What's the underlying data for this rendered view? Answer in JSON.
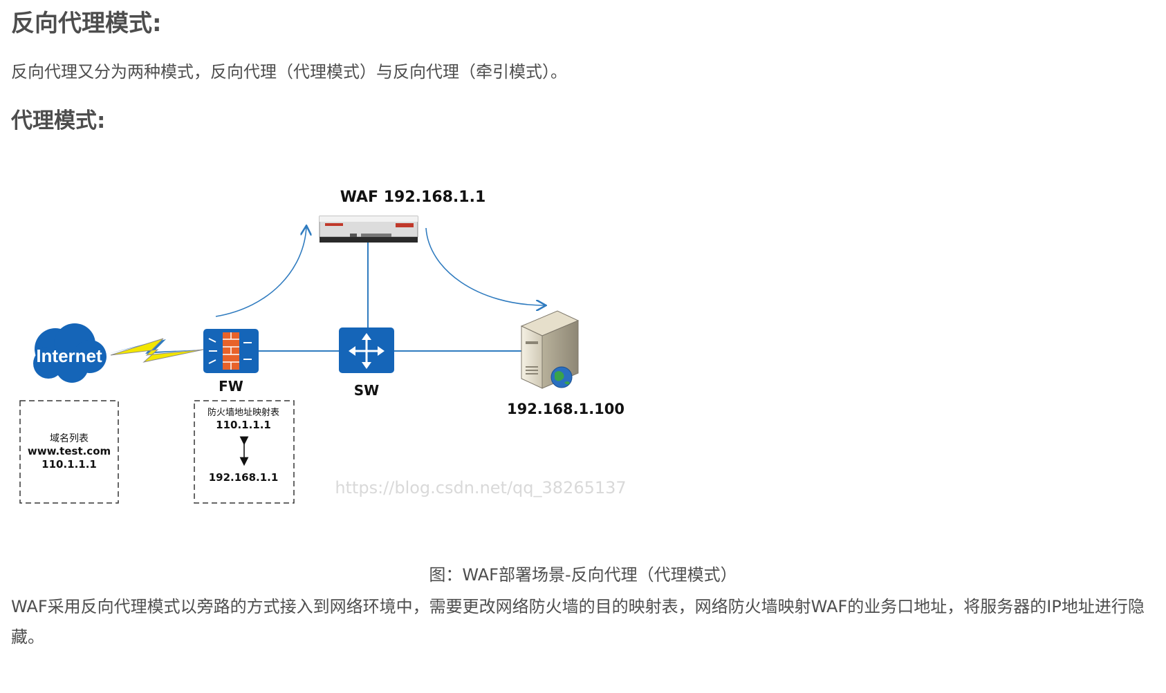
{
  "heading_reverse_proxy_mode": "反向代理模式:",
  "intro_paragraph": "反向代理又分为两种模式，反向代理（代理模式）与反向代理（牵引模式）。",
  "heading_proxy_mode": "代理模式:",
  "diagram": {
    "waf_label": "WAF 192.168.1.1",
    "internet_label": "Internet",
    "fw_label": "FW",
    "sw_label": "SW",
    "server_ip": "192.168.1.100",
    "domain_box": {
      "title": "域名列表",
      "domain": "www.test.com",
      "ip": "110.1.1.1"
    },
    "fw_map_box": {
      "title": "防火墙地址映射表",
      "from_ip": "110.1.1.1",
      "to_ip": "192.168.1.1"
    },
    "watermark": "https://blog.csdn.net/qq_38265137",
    "colors": {
      "link_blue": "#2f7bbf",
      "device_blue": "#1565b8",
      "firewall_orange": "#e8622a",
      "bolt_yellow": "#f3e600"
    }
  },
  "caption": "图：WAF部署场景-反向代理（代理模式）",
  "body_paragraph": "WAF采用反向代理模式以旁路的方式接入到网络环境中，需要更改网络防火墙的目的映射表，网络防火墙映射WAF的业务口地址，将服务器的IP地址进行隐藏。"
}
